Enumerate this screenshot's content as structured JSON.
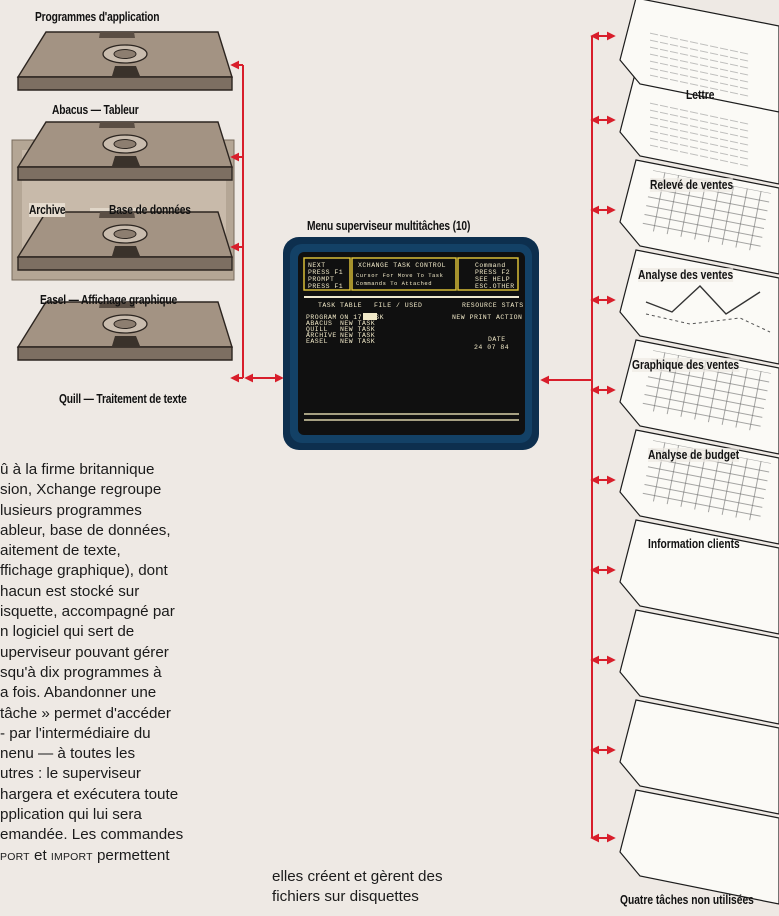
{
  "diskettes": {
    "applications": "Programmes d'application",
    "abacus": "Abacus — Tableur",
    "archive_left": "Archive",
    "archive_right": "Base de données",
    "easel": "Easel — Affichage graphique",
    "quill": "Quill — Traitement de texte"
  },
  "monitor": {
    "title": "Menu superviseur multitâches (10)",
    "screen": {
      "box1": [
        "NEXT",
        "PRESS F1",
        "PROMPT",
        "PRESS F1"
      ],
      "box2": [
        "XCHANGE TASK CONTROL",
        "Cursor For Move To Task",
        "Commands To Attached"
      ],
      "box3": [
        "Command",
        "PRESS F2",
        "SEE HELP",
        "ESC.OTHER"
      ],
      "header": [
        "TASK TABLE",
        "FILE / USED",
        "RESOURCE STATS"
      ],
      "tasks": [
        "PROGRAM",
        "ABACUS",
        "QUILL",
        "ARCHIVE",
        "EASEL"
      ],
      "status": [
        "ON 17 TASK",
        "NEW TASK",
        "NEW TASK",
        "NEW TASK",
        "NEW TASK"
      ],
      "right": [
        "NEW PRINT ACTION",
        "DATE",
        "24 07 84"
      ]
    }
  },
  "sheets": {
    "lettre": "Lettre",
    "releve": "Relevé de ventes",
    "analyse_ventes": "Analyse des ventes",
    "graphique": "Graphique des ventes",
    "budget": "Analyse de budget",
    "clients": "Information clients",
    "unused": "Quatre tâches non utilisées"
  },
  "body": {
    "lines": [
      "û à la firme britannique",
      "sion, Xchange regroupe",
      "lusieurs programmes",
      "ableur, base de données,",
      "aitement de texte,",
      "ffichage graphique), dont",
      "hacun est stocké sur",
      "isquette, accompagné par",
      "n logiciel qui sert de",
      "uperviseur pouvant gérer",
      "squ'à dix programmes à",
      "a fois. Abandonner une",
      "tâche » permet d'accéder",
      "- par l'intermédiaire du",
      "nenu — à toutes les",
      "utres : le superviseur",
      "hargera et exécutera toute",
      "pplication qui lui sera",
      "emandée. Les commandes"
    ],
    "last_sc1": "PORT",
    "last_mid": " et ",
    "last_sc2": "IMPORT",
    "last_end": " permettent",
    "col2_lines": [
      "elles créent et gèrent des",
      "fichiers sur disquettes"
    ]
  },
  "colors": {
    "arrow": "#d81e2b",
    "diskette": "#9a8b7e",
    "background": "#eee9e4",
    "screen": "#101010",
    "screen_yellow": "#e5c93a"
  }
}
